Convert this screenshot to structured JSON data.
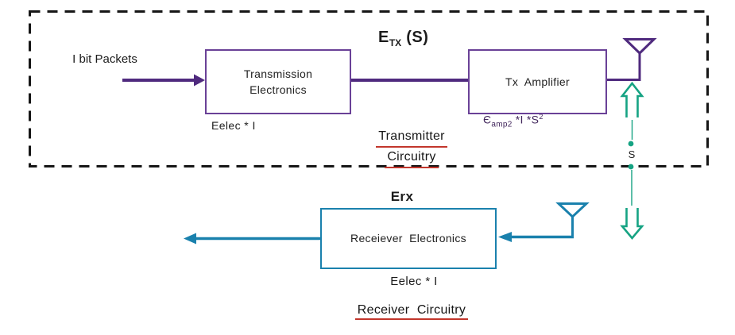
{
  "colors": {
    "purple_line": "#4f2a7e",
    "purple_border": "#6a4197",
    "blue": "#1a81ad",
    "green": "#16a383",
    "red_underline": "#c2362c",
    "boundary_black": "#161616"
  },
  "transmitter": {
    "input_label": "I bit Packets",
    "energy_formula": {
      "base": "E",
      "sub": "TX",
      "arg": "(S)"
    },
    "electronics_box": {
      "line1": "Transmission",
      "line2": "Electronics"
    },
    "electronics_cost": "Eelec * I",
    "amplifier_box": {
      "label": "Tx  Amplifier"
    },
    "amplifier_cost": {
      "epsilon": "Є",
      "sub": "amp2",
      "mid": " *I *S",
      "sup": "2"
    },
    "section_title": {
      "line1": "Transmitter",
      "line2": "Circuitry"
    }
  },
  "channel": {
    "distance_label": "S"
  },
  "receiver": {
    "energy_label": "Erx",
    "box_label": "Receiever  Electronics",
    "cost_label": "Eelec * I",
    "section_title": "Receiver  Circuitry"
  }
}
